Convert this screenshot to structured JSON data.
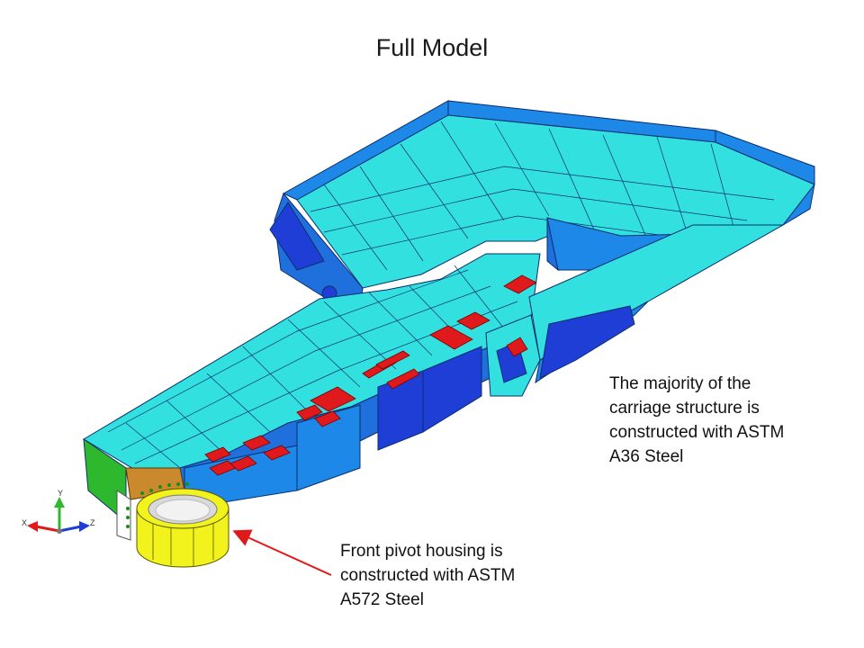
{
  "slide": {
    "title": "Full Model"
  },
  "annotations": {
    "carriage": {
      "lines": [
        "The majority of the",
        "carriage structure is",
        "constructed with ASTM",
        "A36 Steel"
      ]
    },
    "pivot": {
      "lines": [
        "Front pivot housing is",
        "constructed with ASTM",
        "A572 Steel"
      ]
    }
  },
  "triad": {
    "x_label": "X",
    "y_label": "Y",
    "z_label": "Z"
  },
  "colors": {
    "carriage_steel_a36": "#33e0e0",
    "side_walls": "#1e88e8",
    "deep_blue": "#1f3ed6",
    "red_pads": "#e0191c",
    "pivot_housing_a572": "#f2f21d",
    "green_block": "#2eb82e",
    "orange_plate": "#c9892c",
    "pointer_arrow": "#e01a1a"
  }
}
